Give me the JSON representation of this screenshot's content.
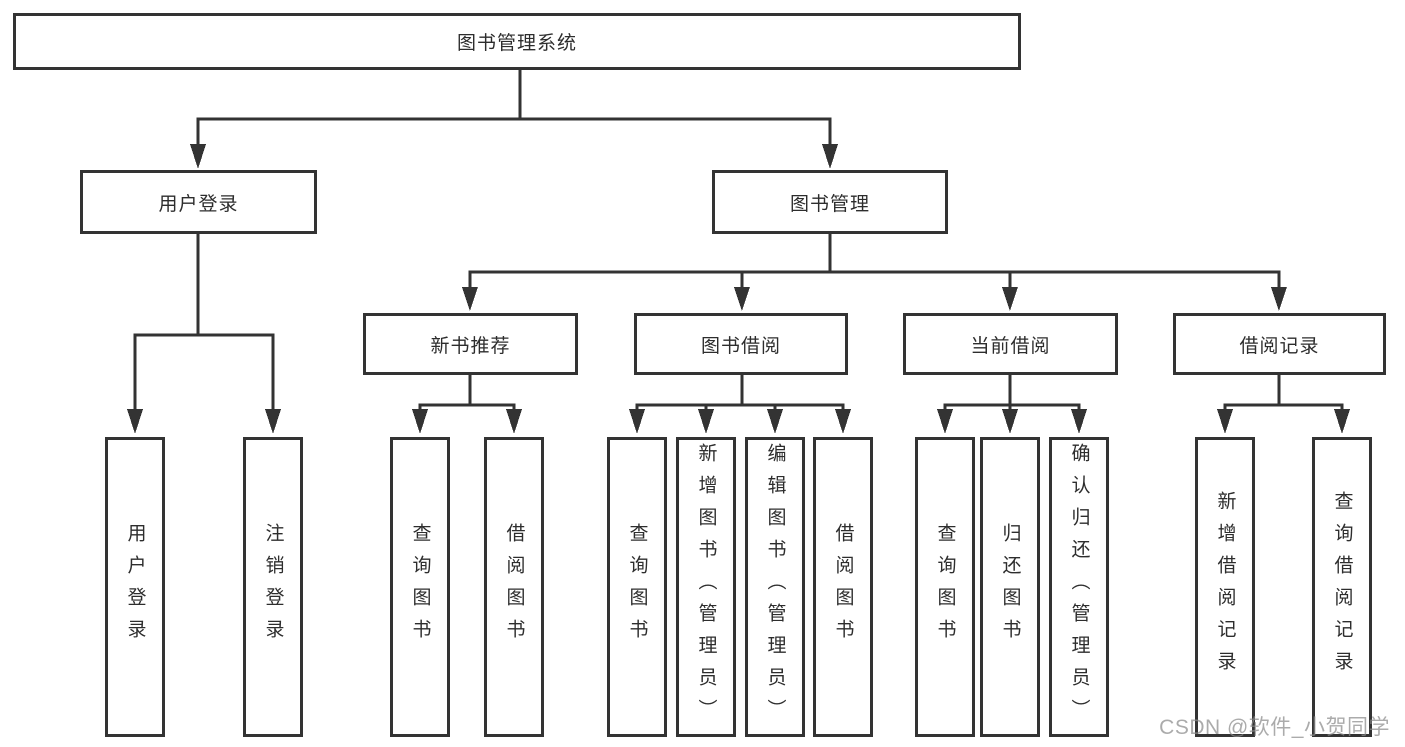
{
  "colors": {
    "line": "#333333",
    "text": "#2d2d2d",
    "watermark": "#8c8c8c",
    "background": "#ffffff"
  },
  "diagram": {
    "root": {
      "label": "图书管理系统"
    },
    "level2": [
      {
        "label": "用户登录"
      },
      {
        "label": "图书管理"
      }
    ],
    "level3": [
      {
        "label": "新书推荐"
      },
      {
        "label": "图书借阅"
      },
      {
        "label": "当前借阅"
      },
      {
        "label": "借阅记录"
      }
    ],
    "leaves": {
      "user_login": [
        {
          "label": "用户登录"
        },
        {
          "label": "注销登录"
        }
      ],
      "new_book": [
        {
          "label": "查询图书"
        },
        {
          "label": "借阅图书"
        }
      ],
      "book_borrow": [
        {
          "label": "查询图书"
        },
        {
          "label": "新增图书（管理员）"
        },
        {
          "label": "编辑图书（管理员）"
        },
        {
          "label": "借阅图书"
        }
      ],
      "current_borrow": [
        {
          "label": "查询图书"
        },
        {
          "label": "归还图书"
        },
        {
          "label": "确认归还（管理员）"
        }
      ],
      "records": [
        {
          "label": "新增借阅记录"
        },
        {
          "label": "查询借阅记录"
        }
      ]
    },
    "watermark": "CSDN @软件_小贺同学"
  }
}
